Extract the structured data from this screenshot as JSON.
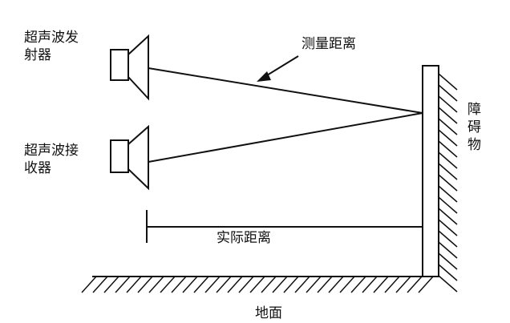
{
  "labels": {
    "emitter_line1": "超声波发",
    "emitter_line2": "射器",
    "receiver_line1": "超声波接",
    "receiver_line2": "收器",
    "measured_distance": "测量距离",
    "actual_distance": "实际距离",
    "obstacle": [
      "障",
      "碍",
      "物"
    ],
    "ground": "地面"
  },
  "colors": {
    "line": "#111111",
    "background": "#ffffff"
  }
}
